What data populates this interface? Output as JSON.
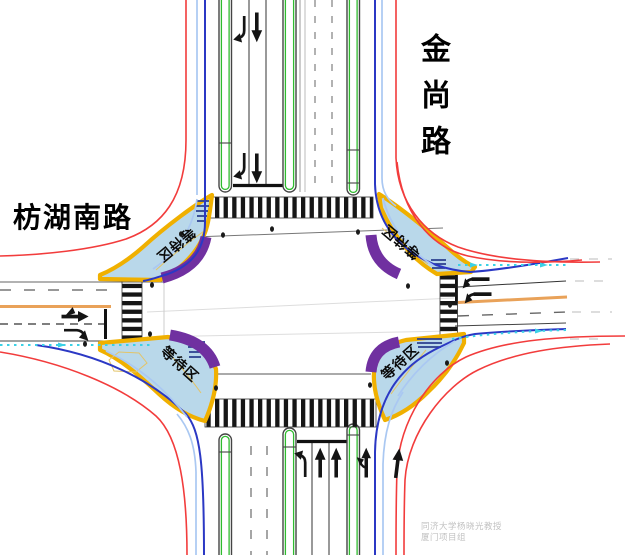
{
  "diagram": {
    "type": "intersection-channelization-plan",
    "road_labels": {
      "west": "枋湖南路",
      "north": "金尚路"
    },
    "waiting_zones": {
      "northwest": "等待区",
      "northeast": "等待区",
      "southwest": "等待区",
      "southeast": "等待区"
    },
    "watermark": {
      "line1": "同济大学杨晓光教授",
      "line2": "厦门项目组"
    },
    "colors": {
      "outer_boundary": "#f23c3c",
      "roadway_edge": "#2b38c4",
      "auxiliary_edge": "#aac8f2",
      "bike_guide_dotted": "#3bd1e6",
      "bus_lane_line": "#e9a259",
      "separator_green": "#2fbb2f",
      "waiting_zone_fill": "#b9d8ea",
      "waiting_zone_border": "#f0b000",
      "bus_bay_arc": "#7030a0"
    }
  }
}
